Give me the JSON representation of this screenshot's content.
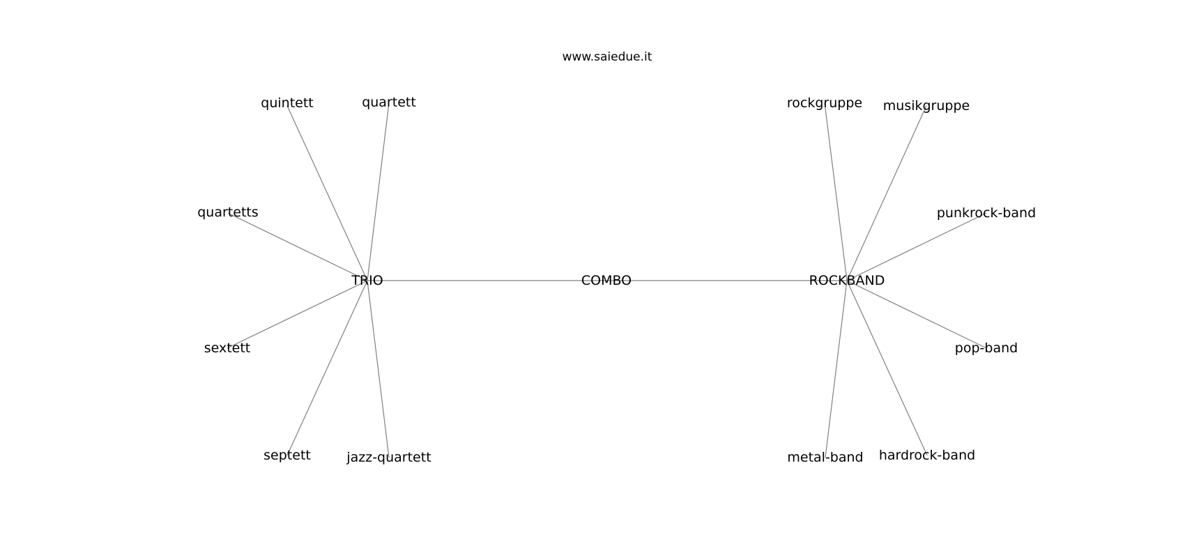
{
  "title": "www.saiedue.it",
  "graph": {
    "nodes": [
      {
        "id": "combo",
        "label": "COMBO"
      },
      {
        "id": "trio",
        "label": "TRIO"
      },
      {
        "id": "rockband",
        "label": "ROCKBAND"
      },
      {
        "id": "quintett",
        "label": "quintett"
      },
      {
        "id": "quartett",
        "label": "quartett"
      },
      {
        "id": "quartetts",
        "label": "quartetts"
      },
      {
        "id": "sextett",
        "label": "sextett"
      },
      {
        "id": "septett",
        "label": "septett"
      },
      {
        "id": "jazz-quartett",
        "label": "jazz-quartett"
      },
      {
        "id": "rockgruppe",
        "label": "rockgruppe"
      },
      {
        "id": "musikgruppe",
        "label": "musikgruppe"
      },
      {
        "id": "punkrock-band",
        "label": "punkrock-band"
      },
      {
        "id": "pop-band",
        "label": "pop-band"
      },
      {
        "id": "metal-band",
        "label": "metal-band"
      },
      {
        "id": "hardrock-band",
        "label": "hardrock-band"
      }
    ],
    "edges": [
      [
        "combo",
        "trio"
      ],
      [
        "combo",
        "rockband"
      ],
      [
        "trio",
        "quintett"
      ],
      [
        "trio",
        "quartett"
      ],
      [
        "trio",
        "quartetts"
      ],
      [
        "trio",
        "sextett"
      ],
      [
        "trio",
        "septett"
      ],
      [
        "trio",
        "jazz-quartett"
      ],
      [
        "rockband",
        "rockgruppe"
      ],
      [
        "rockband",
        "musikgruppe"
      ],
      [
        "rockband",
        "punkrock-band"
      ],
      [
        "rockband",
        "pop-band"
      ],
      [
        "rockband",
        "metal-band"
      ],
      [
        "rockband",
        "hardrock-band"
      ]
    ]
  }
}
